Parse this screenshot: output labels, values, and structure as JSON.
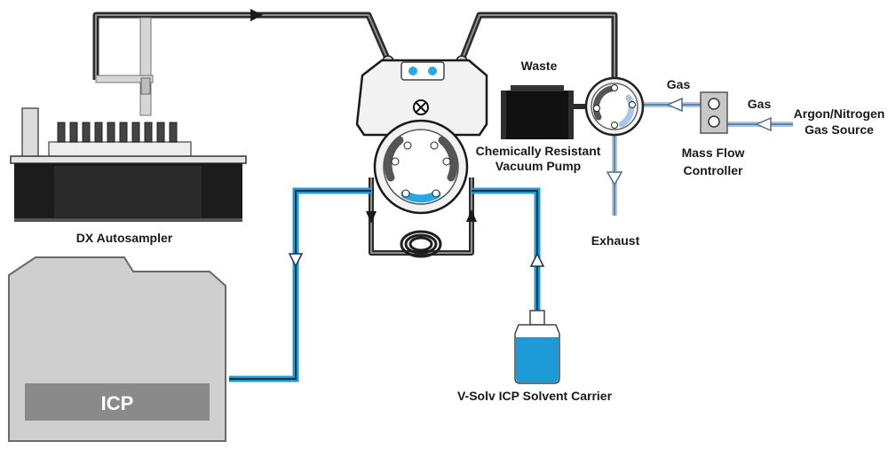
{
  "labels": {
    "autosampler": "DX Autosampler",
    "icp": "ICP",
    "waste": "Waste",
    "pump_line1": "Chemically Resistant",
    "pump_line2": "Vacuum Pump",
    "exhaust": "Exhaust",
    "gas_left": "Gas",
    "gas_right": "Gas",
    "mfc_line1": "Mass Flow",
    "mfc_line2": "Controller",
    "source_line1": "Argon/Nitrogen",
    "source_line2": "Gas Source",
    "solvent": "V-Solv ICP Solvent Carrier"
  },
  "colors": {
    "sample_line": "#2b2b2b",
    "carrier_line": "#1e9ad6",
    "gas_line": "#a9c6e6",
    "device_dark": "#1c1c1c",
    "device_gray": "#c8c8c8",
    "icp_body": "#cfcfcf",
    "icp_band": "#8a8a8a"
  }
}
